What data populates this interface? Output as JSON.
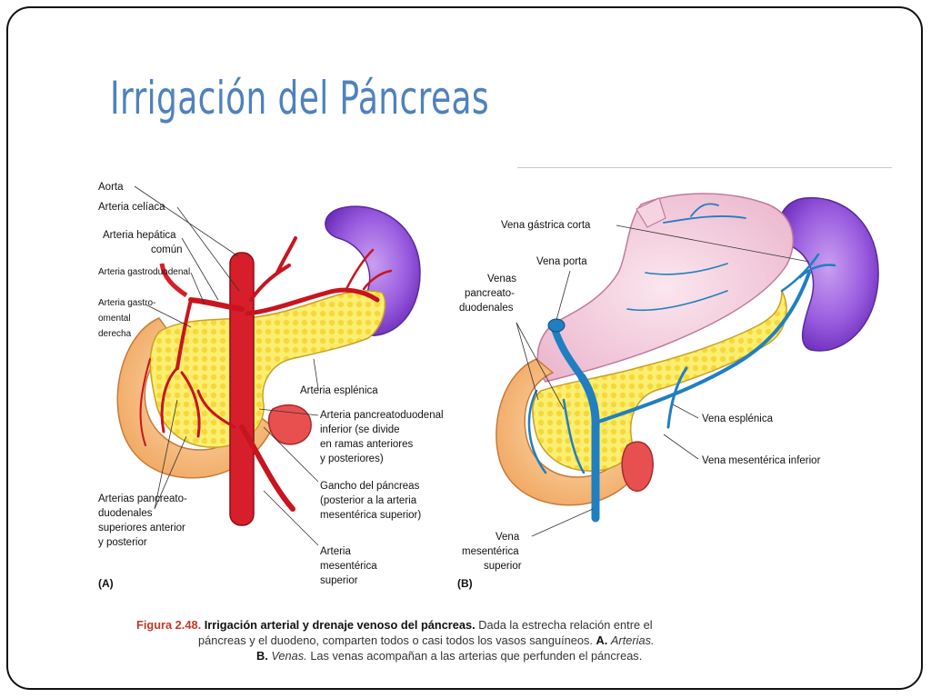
{
  "slide": {
    "title": "Irrigación del Páncreas"
  },
  "panel_a": {
    "tag": "(A)",
    "labels": {
      "aorta": "Aorta",
      "celiaca": "Arteria celíaca",
      "hepatica_1": "Arteria hepática",
      "hepatica_2": "común",
      "gastroduodenal": "Arteria gastroduodenal",
      "gastro_1": "Arteria gastro-",
      "gastro_2": "omental",
      "gastro_3": "derecha",
      "esplenica": "Arteria esplénica",
      "pd_inf_1": "Arteria pancreatoduodenal",
      "pd_inf_2": "inferior (se divide",
      "pd_inf_3": "en ramas anteriores",
      "pd_inf_4": "y posteriores)",
      "gancho_1": "Gancho del páncreas",
      "gancho_2": "(posterior a la arteria",
      "gancho_3": "mesentérica superior)",
      "pd_sup_1": "Arterias pancreato-",
      "pd_sup_2": "duodenales",
      "pd_sup_3": "superiores anterior",
      "pd_sup_4": "y posterior",
      "mes_1": "Arteria",
      "mes_2": "mesentérica",
      "mes_3": "superior"
    }
  },
  "panel_b": {
    "tag": "(B)",
    "labels": {
      "gastrica": "Vena gástrica corta",
      "porta": "Vena porta",
      "venas_1": "Venas",
      "venas_2": "pancreato-",
      "venas_3": "duodenales",
      "esplenica": "Vena esplénica",
      "mes_inf": "Vena mesentérica inferior",
      "mes_sup_1": "Vena",
      "mes_sup_2": "mesentérica",
      "mes_sup_3": "superior"
    }
  },
  "caption": {
    "fig_num": "Figura 2.48.",
    "fig_title": "Irrigación arterial y drenaje venoso del páncreas.",
    "text1": "Dada la estrecha relación entre el",
    "text2": "páncreas y el duodeno, comparten todos o casi todos los vasos sanguíneos.",
    "a_tag": "A.",
    "a_text": "Arterias.",
    "b_tag": "B.",
    "b_text": "Venas.",
    "text3": "Las venas acompañan a las arterias que perfunden el páncreas."
  }
}
